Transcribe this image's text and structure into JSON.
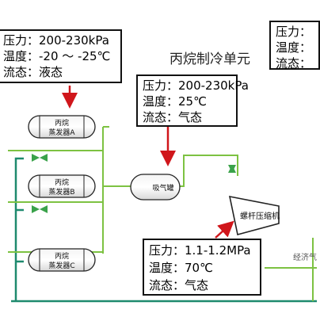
{
  "title": "丙烷制冷单元",
  "boxes": {
    "top_left": {
      "pressure": "压力：200-230kPa",
      "temperature": "温度：-20 ～ -25℃",
      "state": "流态：液态"
    },
    "top_right": {
      "pressure": "压力：",
      "temperature": "温度：",
      "state": "流态："
    },
    "middle": {
      "pressure": "压力：200-230kPa",
      "temperature": "温度：25℃",
      "state": "流态：气态"
    },
    "bottom": {
      "pressure": "压力：1.1-1.2MPa",
      "temperature": "温度：70℃",
      "state": "流态：气态"
    }
  },
  "equipment": {
    "evap_a_l1": "丙烷",
    "evap_a_l2": "蒸发器A",
    "evap_b_l1": "丙烷",
    "evap_b_l2": "蒸发器B",
    "evap_c_l1": "丙烷",
    "evap_c_l2": "蒸发器C",
    "drum": "吸气罐",
    "compressor": "螺杆压缩机",
    "economizer": "经济气"
  },
  "colors": {
    "pipe": "#7dc242",
    "valve": "#3aa24a",
    "return_line": "#1e8a6e",
    "arrow": "#d0161b",
    "vessel_stroke": "#222222"
  }
}
